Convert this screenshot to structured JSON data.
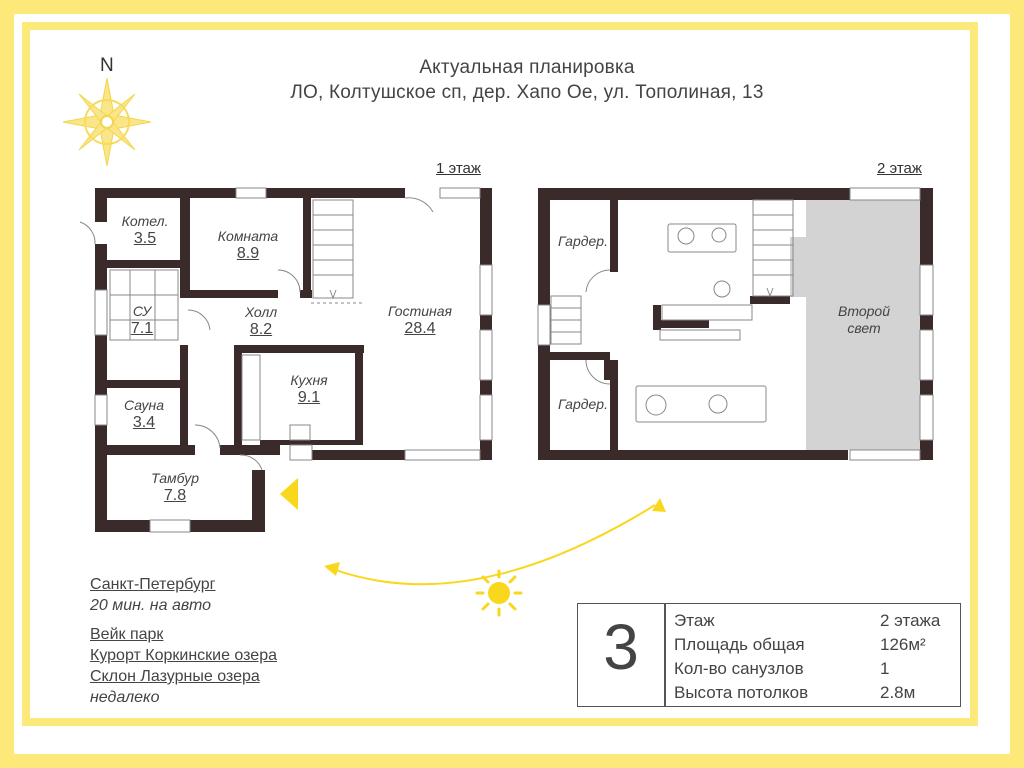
{
  "compass": {
    "north_label": "N",
    "icon": "compass-rose-icon"
  },
  "header": {
    "title": "Актуальная планировка",
    "address": "ЛО, Колтушское сп, дер. Хапо Ое, ул. Тополиная, 13"
  },
  "floor1": {
    "label": "1 этаж",
    "rooms": [
      {
        "name": "Котел.",
        "area": "3.5"
      },
      {
        "name": "Комната",
        "area": "8.9"
      },
      {
        "name": "СУ",
        "area": "7.1"
      },
      {
        "name": "Холл",
        "area": "8.2"
      },
      {
        "name": "Гостиная",
        "area": "28.4"
      },
      {
        "name": "Кухня",
        "area": "9.1"
      },
      {
        "name": "Сауна",
        "area": "3.4"
      },
      {
        "name": "Тамбур",
        "area": "7.8"
      }
    ]
  },
  "floor2": {
    "label": "2 этаж",
    "rooms": [
      {
        "name": "Гардер."
      },
      {
        "name": "Гардер."
      },
      {
        "name": "Второй свет"
      }
    ]
  },
  "location": {
    "city": "Санкт-Петербург",
    "city_time": "20 мин. на авто",
    "places": [
      "Вейк парк",
      "Курорт Коркинские озера",
      "Склон Лазурные озера"
    ],
    "places_note": "недалеко"
  },
  "facts": {
    "number": "3",
    "rows": [
      {
        "label": "Этаж",
        "value": "2 этажа"
      },
      {
        "label": "Площадь общая",
        "value": "126м²"
      },
      {
        "label": "Кол-во санузлов",
        "value": "1"
      },
      {
        "label": "Высота потолков",
        "value": "2.8м"
      }
    ]
  },
  "colors": {
    "accent": "#fde97a",
    "sun": "#f9d71c",
    "wall": "#3a2a2a",
    "second_light": "#d3d3d3"
  }
}
